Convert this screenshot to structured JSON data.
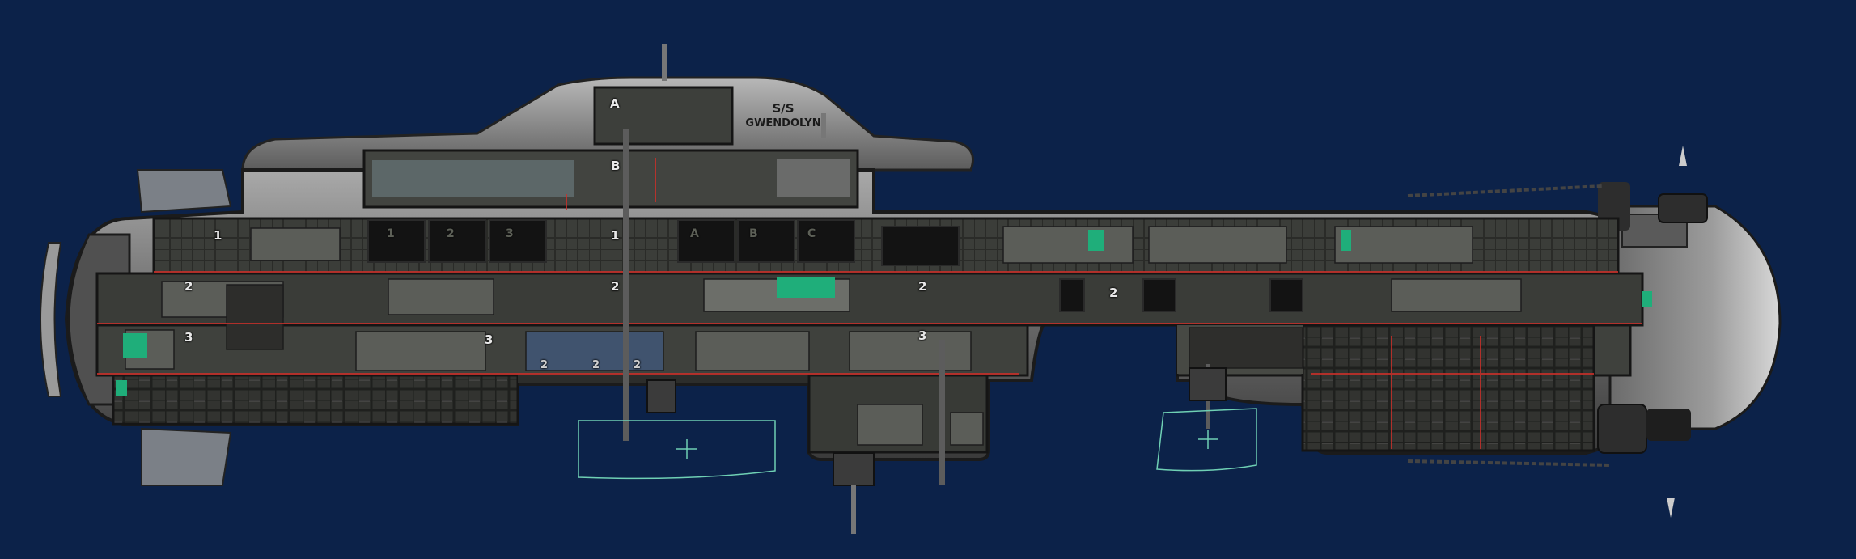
{
  "ship": {
    "name_line1": "S/S",
    "name_line2": "GWENDOLYN"
  },
  "deck_labels": {
    "top_a": "A",
    "top_b": "B",
    "fwd_1": "1",
    "fwd_2": "2",
    "fwd_3": "3",
    "cargo_1": "1",
    "cargo_2": "2",
    "cargo_3": "3",
    "mid_1": "1",
    "mid_2": "2",
    "mid_3": "3",
    "bay_a": "A",
    "bay_b": "B",
    "bay_c": "C",
    "aft_2": "2",
    "aft_3": "3",
    "aft2_2": "2",
    "pod_1": "2",
    "pod_2": "2",
    "pod_3": "2"
  },
  "colors": {
    "background": "#0c2249",
    "hull_dark": "#2b2b2b",
    "hull_light": "#8a8a8a",
    "interior": "#3a3c38",
    "accent_red": "#c8302a",
    "accent_green": "#1fae7a",
    "hatch_outline": "#6fd0b4"
  }
}
